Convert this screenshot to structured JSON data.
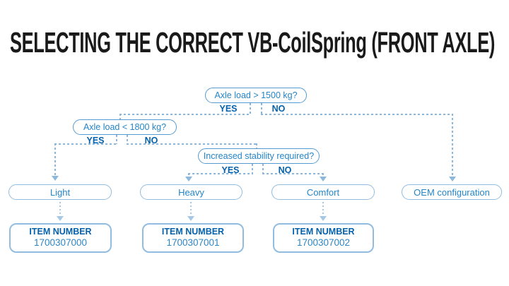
{
  "title": "SELECTING THE CORRECT VB-CoilSpring (FRONT AXLE)",
  "colors": {
    "bg": "#ffffff",
    "title": "#1a1a1a",
    "question": "#2585c7",
    "question_border": "#569bd2",
    "yes_no": "#0561ac",
    "line": "#8cb8dd",
    "soft_line": "#a6c8e5",
    "result_text": "#2585c7",
    "result_border": "#92bce0",
    "item_border": "#92bce0",
    "item_label": "#0561ac",
    "item_number": "#2e86c5"
  },
  "decisions": [
    {
      "question": "Axle load > 1500 kg?",
      "yes_label": "YES",
      "no_label": "NO"
    },
    {
      "question": "Axle load < 1800 kg?",
      "yes_label": "YES",
      "no_label": "NO"
    },
    {
      "question": "Increased stability required?",
      "yes_label": "YES",
      "no_label": "NO"
    }
  ],
  "results": [
    {
      "label": "Light",
      "item_label": "ITEM NUMBER",
      "item_number": "1700307000"
    },
    {
      "label": "Heavy",
      "item_label": "ITEM NUMBER",
      "item_number": "1700307001"
    },
    {
      "label": "Comfort",
      "item_label": "ITEM NUMBER",
      "item_number": "1700307002"
    },
    {
      "label": "OEM configuration"
    }
  ]
}
